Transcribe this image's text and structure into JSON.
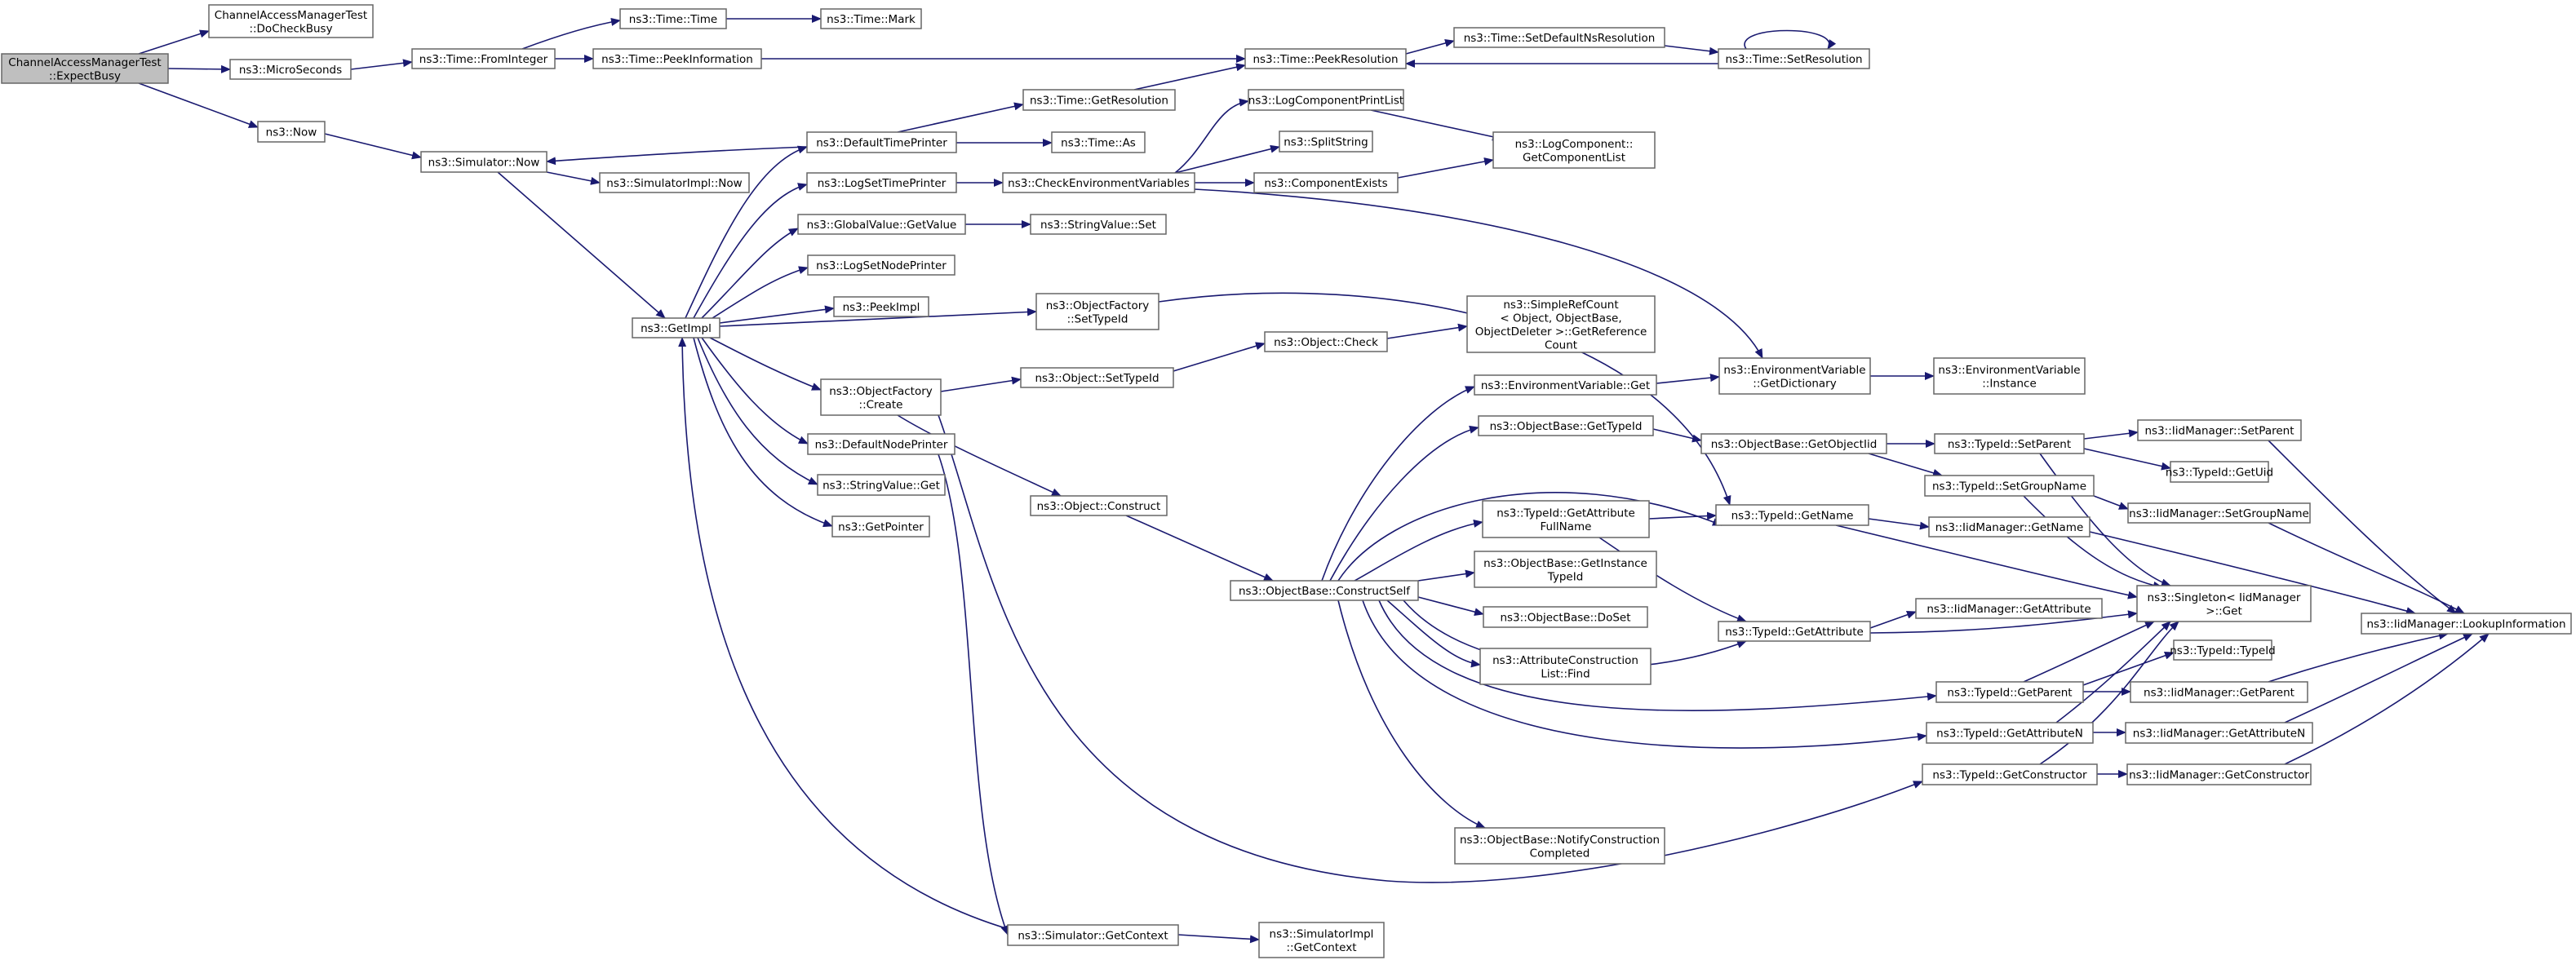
{
  "colors": {
    "node_fill": "#ffffff",
    "root_fill": "#bfbfbf",
    "border": "#666666",
    "edge": "#191970"
  },
  "nodes": [
    {
      "id": "root",
      "lines": [
        "ChannelAccessManagerTest",
        "::ExpectBusy"
      ],
      "root": true
    },
    {
      "id": "dcb",
      "lines": [
        "ChannelAccessManagerTest",
        "::DoCheckBusy"
      ]
    },
    {
      "id": "micro",
      "lines": [
        "ns3::MicroSeconds"
      ]
    },
    {
      "id": "now",
      "lines": [
        "ns3::Now"
      ]
    },
    {
      "id": "timetime",
      "lines": [
        "ns3::Time::Time"
      ]
    },
    {
      "id": "mark",
      "lines": [
        "ns3::Time::Mark"
      ]
    },
    {
      "id": "fromint",
      "lines": [
        "ns3::Time::FromInteger"
      ]
    },
    {
      "id": "peekinfo",
      "lines": [
        "ns3::Time::PeekInformation"
      ]
    },
    {
      "id": "peekres",
      "lines": [
        "ns3::Time::PeekResolution"
      ]
    },
    {
      "id": "setdefns",
      "lines": [
        "ns3::Time::SetDefaultNsResolution"
      ]
    },
    {
      "id": "setres",
      "lines": [
        "ns3::Time::SetResolution"
      ]
    },
    {
      "id": "simnow",
      "lines": [
        "ns3::Simulator::Now"
      ]
    },
    {
      "id": "simimplnow",
      "lines": [
        "ns3::SimulatorImpl::Now"
      ]
    },
    {
      "id": "getimpl",
      "lines": [
        "ns3::GetImpl"
      ]
    },
    {
      "id": "deftp",
      "lines": [
        "ns3::DefaultTimePrinter"
      ]
    },
    {
      "id": "getres",
      "lines": [
        "ns3::Time::GetResolution"
      ]
    },
    {
      "id": "timeas",
      "lines": [
        "ns3::Time::As"
      ]
    },
    {
      "id": "logtp",
      "lines": [
        "ns3::LogSetTimePrinter"
      ]
    },
    {
      "id": "checkenv",
      "lines": [
        "ns3::CheckEnvironmentVariables"
      ]
    },
    {
      "id": "logcpl",
      "lines": [
        "ns3::LogComponentPrintList"
      ]
    },
    {
      "id": "split",
      "lines": [
        "ns3::SplitString"
      ]
    },
    {
      "id": "compex",
      "lines": [
        "ns3::ComponentExists"
      ]
    },
    {
      "id": "lcgcl",
      "lines": [
        "ns3::LogComponent::",
        "GetComponentList"
      ]
    },
    {
      "id": "gvget",
      "lines": [
        "ns3::GlobalValue::GetValue"
      ]
    },
    {
      "id": "svset",
      "lines": [
        "ns3::StringValue::Set"
      ]
    },
    {
      "id": "lognp",
      "lines": [
        "ns3::LogSetNodePrinter"
      ]
    },
    {
      "id": "peekimpl",
      "lines": [
        "ns3::PeekImpl"
      ]
    },
    {
      "id": "ofsettid",
      "lines": [
        "ns3::ObjectFactory",
        "::SetTypeId"
      ]
    },
    {
      "id": "objcheck",
      "lines": [
        "ns3::Object::Check"
      ]
    },
    {
      "id": "srcgrc",
      "lines": [
        "ns3::SimpleRefCount",
        "< Object, ObjectBase,",
        "ObjectDeleter >::GetReference",
        "Count"
      ]
    },
    {
      "id": "ofcreate",
      "lines": [
        "ns3::ObjectFactory",
        "::Create"
      ]
    },
    {
      "id": "objsettid",
      "lines": [
        "ns3::Object::SetTypeId"
      ]
    },
    {
      "id": "defnp",
      "lines": [
        "ns3::DefaultNodePrinter"
      ]
    },
    {
      "id": "svget",
      "lines": [
        "ns3::StringValue::Get"
      ]
    },
    {
      "id": "getptr",
      "lines": [
        "ns3::GetPointer"
      ]
    },
    {
      "id": "objconstruct",
      "lines": [
        "ns3::Object::Construct"
      ]
    },
    {
      "id": "obcs",
      "lines": [
        "ns3::ObjectBase::ConstructSelf"
      ]
    },
    {
      "id": "evget",
      "lines": [
        "ns3::EnvironmentVariable::Get"
      ]
    },
    {
      "id": "evgetdict",
      "lines": [
        "ns3::EnvironmentVariable",
        "::GetDictionary"
      ]
    },
    {
      "id": "evinst",
      "lines": [
        "ns3::EnvironmentVariable",
        "::Instance"
      ]
    },
    {
      "id": "obgettid",
      "lines": [
        "ns3::ObjectBase::GetTypeId"
      ]
    },
    {
      "id": "obgetoid",
      "lines": [
        "ns3::ObjectBase::GetObjectIid"
      ]
    },
    {
      "id": "tidsetparent",
      "lines": [
        "ns3::TypeId::SetParent"
      ]
    },
    {
      "id": "iidsetparent",
      "lines": [
        "ns3::IidManager::SetParent"
      ]
    },
    {
      "id": "tidgetuid",
      "lines": [
        "ns3::TypeId::GetUid"
      ]
    },
    {
      "id": "tidsetgroup",
      "lines": [
        "ns3::TypeId::SetGroupName"
      ]
    },
    {
      "id": "iidsetgroup",
      "lines": [
        "ns3::IidManager::SetGroupName"
      ]
    },
    {
      "id": "tidgetattrfull",
      "lines": [
        "ns3::TypeId::GetAttribute",
        "FullName"
      ]
    },
    {
      "id": "tidgetname",
      "lines": [
        "ns3::TypeId::GetName"
      ]
    },
    {
      "id": "iidgetname",
      "lines": [
        "ns3::IidManager::GetName"
      ]
    },
    {
      "id": "obgetinst",
      "lines": [
        "ns3::ObjectBase::GetInstance",
        "TypeId"
      ]
    },
    {
      "id": "singleton",
      "lines": [
        "ns3::Singleton< IidManager",
        ">::Get"
      ]
    },
    {
      "id": "iidlookup",
      "lines": [
        "ns3::IidManager::LookupInformation"
      ]
    },
    {
      "id": "obdoset",
      "lines": [
        "ns3::ObjectBase::DoSet"
      ]
    },
    {
      "id": "tidgetattr",
      "lines": [
        "ns3::TypeId::GetAttribute"
      ]
    },
    {
      "id": "iidgetattr",
      "lines": [
        "ns3::IidManager::GetAttribute"
      ]
    },
    {
      "id": "acfind",
      "lines": [
        "ns3::AttributeConstruction",
        "List::Find"
      ]
    },
    {
      "id": "tidtid",
      "lines": [
        "ns3::TypeId::TypeId"
      ]
    },
    {
      "id": "tidgetparent",
      "lines": [
        "ns3::TypeId::GetParent"
      ]
    },
    {
      "id": "iidgetparent",
      "lines": [
        "ns3::IidManager::GetParent"
      ]
    },
    {
      "id": "tidgetattrn",
      "lines": [
        "ns3::TypeId::GetAttributeN"
      ]
    },
    {
      "id": "iidgetattrn",
      "lines": [
        "ns3::IidManager::GetAttributeN"
      ]
    },
    {
      "id": "tidgetctor",
      "lines": [
        "ns3::TypeId::GetConstructor"
      ]
    },
    {
      "id": "iidgetctor",
      "lines": [
        "ns3::IidManager::GetConstructor"
      ]
    },
    {
      "id": "obnotify",
      "lines": [
        "ns3::ObjectBase::NotifyConstruction",
        "Completed"
      ]
    },
    {
      "id": "simgetctx",
      "lines": [
        "ns3::Simulator::GetContext"
      ]
    },
    {
      "id": "simimplgetctx",
      "lines": [
        "ns3::SimulatorImpl",
        "::GetContext"
      ]
    }
  ]
}
